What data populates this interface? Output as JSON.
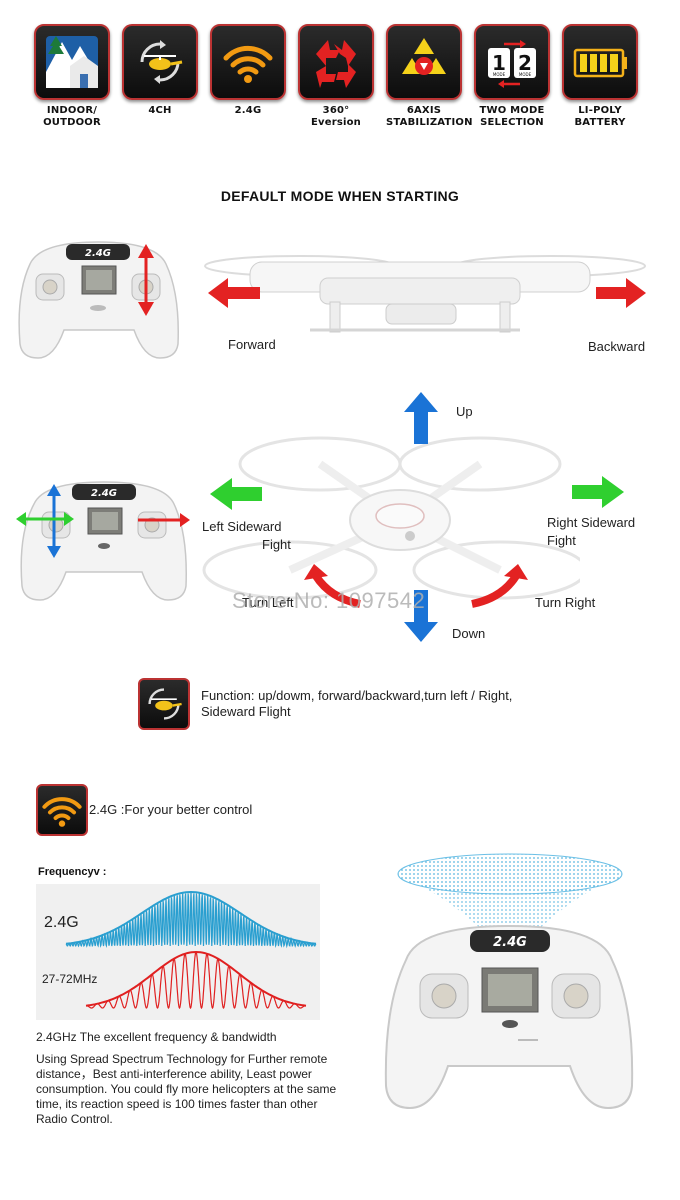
{
  "features": [
    {
      "caption_line1": "INDOOR/",
      "caption_line2": "OUTDOOR",
      "icon": "house-tree-icon"
    },
    {
      "caption_line1": "4CH",
      "caption_line2": "",
      "icon": "helicopter-rotate-icon"
    },
    {
      "caption_line1": "2.4G",
      "caption_line2": "",
      "icon": "wifi-signal-icon"
    },
    {
      "caption_line1": "360°",
      "caption_line2": "Eversion",
      "icon": "rotate-arrows-icon"
    },
    {
      "caption_line1": "6AXIS",
      "caption_line2": "STABILIZATION",
      "icon": "triangle-stabilization-icon"
    },
    {
      "caption_line1": "TWO MODE",
      "caption_line2": "SELECTION",
      "icon": "mode-1-2-icon"
    },
    {
      "caption_line1": "LI-POLY",
      "caption_line2": "BATTERY",
      "icon": "battery-icon"
    }
  ],
  "mode_icon_text": {
    "one": "1",
    "two": "2",
    "mode": "MODE"
  },
  "controller_badge": "2.4G",
  "heading": "DEFAULT MODE WHEN STARTING",
  "section1": {
    "forward": "Forward",
    "backward": "Backward"
  },
  "section2": {
    "up": "Up",
    "down": "Down",
    "left_line1": "Left Sideward",
    "left_line2": "Fight",
    "right_line1": "Right Sideward",
    "right_line2": "Fight",
    "turn_left": "Turn Left",
    "turn_right": "Turn Right"
  },
  "watermark": "Store No: 1097542",
  "function_text_line1": "Function: up/dowm, forward/backward,turn left / Right,",
  "function_text_line2": "Sideward Flight",
  "wifi_text": "2.4G :For your better control",
  "frequency": {
    "title": "Frequencyv :",
    "band1": "2.4G",
    "band2": "27-72MHz",
    "band1_color": "#2a9fd0",
    "band2_color": "#e02020"
  },
  "spec_line": "2.4GHz  The excellent frequency & bandwidth",
  "spec_paragraph": "Using Spread Spectrum Technology for Further remote distance，Best anti-interference ability, Least power consumption. You could fly more helicopters at the same time, its reaction speed is 100 times faster than other Radio Control.",
  "colors": {
    "arrow_red": "#e32222",
    "arrow_green": "#2fcf2f",
    "arrow_blue": "#1a73d6",
    "tile_border": "#b33333"
  }
}
